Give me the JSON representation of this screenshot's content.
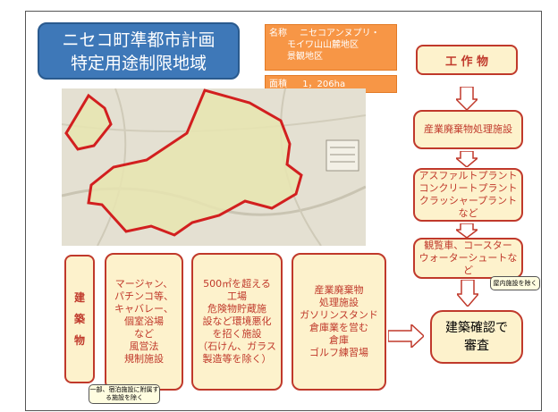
{
  "title": {
    "line1": "ニセコ町準都市計画",
    "line2": "特定用途制限地域"
  },
  "info": {
    "name_key": "名称",
    "name_value_1": "ニセコアンヌプリ・",
    "name_value_2": "モイワ山山麓地区",
    "name_value_3": "景観地区",
    "area_key": "面積",
    "area_value": "1，206ha"
  },
  "structures": {
    "heading": "工 作 物",
    "items": [
      "産業廃棄物処理施設",
      "アスファルトプラント\nコンクリートプラント\nクラッシャープラントなど",
      "観覧車、コースター\nウォーターシュートなど"
    ],
    "note": "屋内施設を除く"
  },
  "buildings": {
    "heading": "建\n\n築\n\n物",
    "items": [
      "マージャン、\nパチンコ等、\nキャバレー、\n個室浴場\nなど\n風営法\n規制施設",
      "500㎡を超える\n工場\n危険物貯蔵施\n設など環境悪化\nを招く施設\n（石けん、ガラス\n製造等を除く）",
      "産業廃棄物\n処理施設\nガソリンスタンド\n倉庫業を営む\n倉庫\nゴルフ練習場"
    ],
    "note": "一部、宿泊施設に附属する施設を除く"
  },
  "result": "建築確認で\n審査",
  "colors": {
    "title_blue": "#3e78b8",
    "orange": "#f79646",
    "red": "#c0392b",
    "cream": "#fdf2cc"
  }
}
